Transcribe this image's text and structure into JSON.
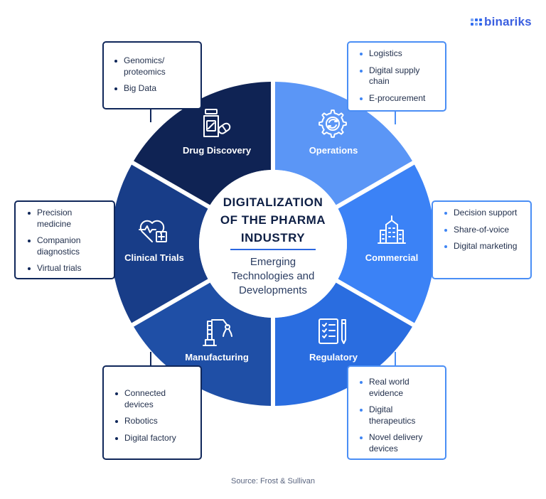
{
  "brand": {
    "name": "binariks",
    "color": "#3a5fe0"
  },
  "center": {
    "title_lines": [
      "DIGITALIZATION",
      "OF THE PHARMA",
      "INDUSTRY"
    ],
    "subtitle_lines": [
      "Emerging",
      "Technologies and",
      "Developments"
    ]
  },
  "segments": [
    {
      "key": "drug_discovery",
      "label": "Drug Discovery",
      "icon": "pill-bottle-icon",
      "color": "#0f2354",
      "items": [
        "Genomics/ proteomics",
        "Big Data"
      ]
    },
    {
      "key": "operations",
      "label": "Operations",
      "icon": "gear-icon",
      "color": "#5b96f6",
      "items": [
        "Logistics",
        "Digital supply chain",
        "E-procurement"
      ]
    },
    {
      "key": "commercial",
      "label": "Commercial",
      "icon": "building-icon",
      "color": "#3b82f6",
      "items": [
        "Decision support",
        "Share-of-voice",
        "Digital marketing"
      ]
    },
    {
      "key": "regulatory",
      "label": "Regulatory",
      "icon": "checklist-icon",
      "color": "#2a6de0",
      "items": [
        "Real world evidence",
        "Digital therapeutics",
        "Novel delivery devices"
      ]
    },
    {
      "key": "manufacturing",
      "label": "Manufacturing",
      "icon": "robot-arm-icon",
      "color": "#1f4fa6",
      "items": [
        "Connected devices",
        "Robotics",
        "Digital factory"
      ]
    },
    {
      "key": "clinical_trials",
      "label": "Clinical Trials",
      "icon": "heart-pulse-icon",
      "color": "#183d88",
      "items": [
        "Precision medicine",
        "Companion diagnostics",
        "Virtual trials"
      ]
    }
  ],
  "source": "Source: Frost & Sullivan"
}
